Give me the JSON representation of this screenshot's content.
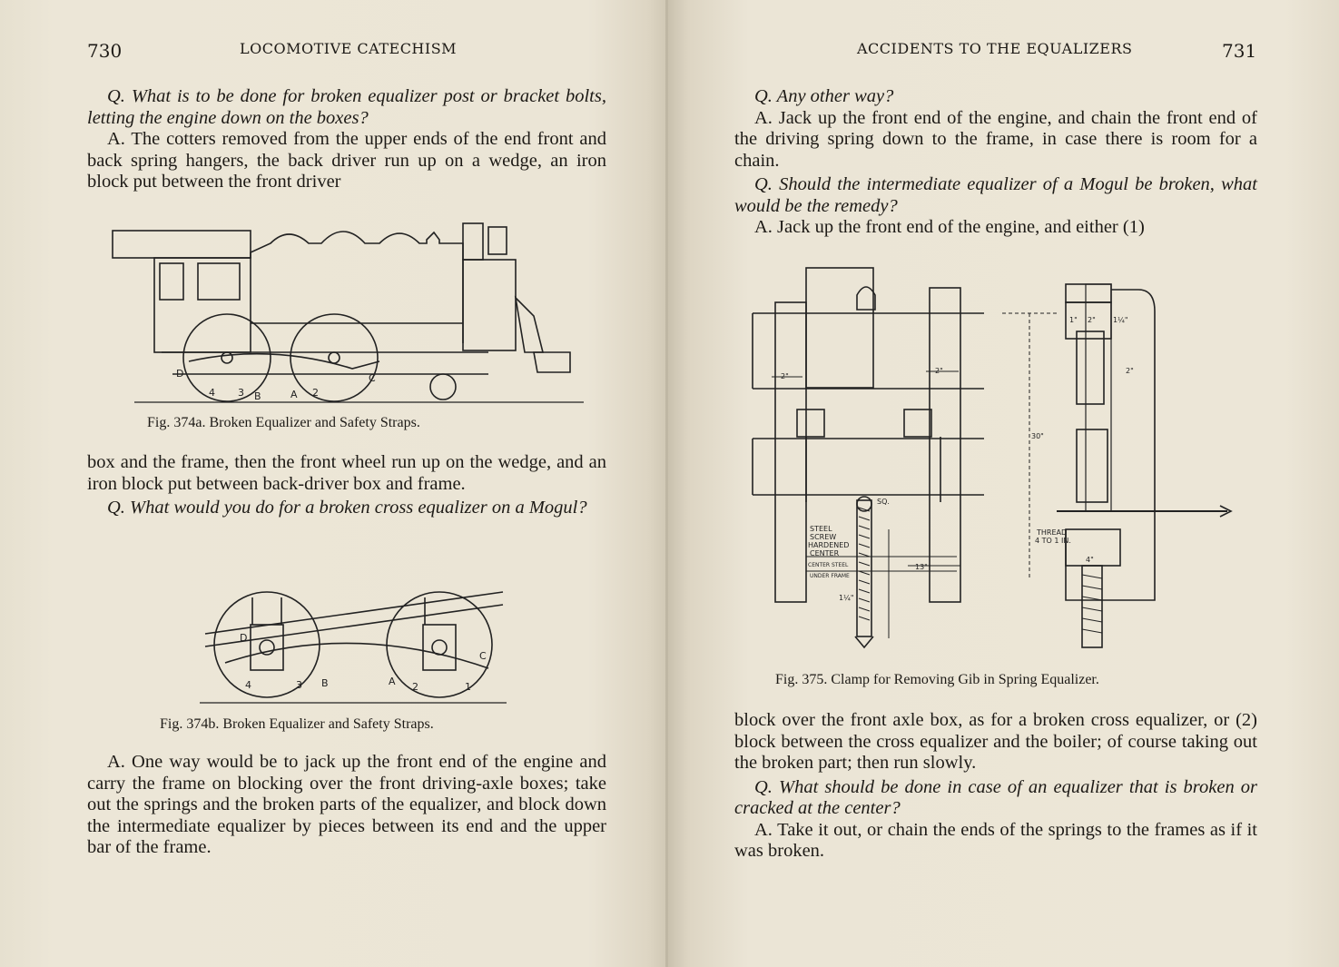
{
  "left_page": {
    "page_number": "730",
    "running_head": "LOCOMOTIVE CATECHISM",
    "block1": {
      "q": "Q. What is to be done for broken equalizer post or bracket bolts, letting the engine down on the boxes?",
      "a": "A. The cotters removed from the upper ends of the end front and back spring hangers, the back driver run up on a wedge, an iron block put between the front driver"
    },
    "fig_374a": {
      "caption": "Fig. 374a.   Broken Equalizer and Safety Straps.",
      "labels": [
        "D",
        "4",
        "3",
        "B",
        "A",
        "2",
        "C"
      ]
    },
    "block2": {
      "cont": "box and the frame, then the front wheel run up on the wedge, and an iron block put between back-driver box and frame.",
      "q": "Q. What would you do for a broken cross equalizer on a Mogul?"
    },
    "fig_374b": {
      "caption": "Fig. 374b.   Broken Equalizer and Safety Straps.",
      "labels": [
        "D",
        "4",
        "3",
        "B",
        "A",
        "2",
        "1",
        "C"
      ]
    },
    "block3": {
      "a": "A. One way would be to jack up the front end of the engine and carry the frame on blocking over the front driving-axle boxes; take out the springs and the broken parts of the equalizer, and block down the intermediate equalizer by pieces between its end and the upper bar of the frame."
    }
  },
  "right_page": {
    "page_number": "731",
    "running_head": "ACCIDENTS TO THE EQUALIZERS",
    "block1": {
      "q1": "Q. Any other way?",
      "a1": "A. Jack up the front end of the engine, and chain the front end of the driving spring down to the frame, in case there is room for a chain.",
      "q2": "Q. Should the intermediate equalizer of a Mogul be broken, what would be the remedy?",
      "a2": "A. Jack up the front end of the engine, and either (1)"
    },
    "fig_375": {
      "caption": "Fig. 375.   Clamp for Removing Gib in Spring Equalizer.",
      "labels": {
        "dim_2_left": "2\"",
        "dim_2_mid": "2\"",
        "dim_sq": "SQ.",
        "steel_screw": [
          "STEEL",
          "SCREW",
          "HARDENED",
          "CENTER"
        ],
        "center_steel": "CENTER STEEL",
        "under_frame": "UNDER FRAME",
        "dim_13": "13\"",
        "dim_1_25": "1¼\"",
        "dim_30": "30\"",
        "dim_1": "1\"",
        "dim_2_top": "2\"",
        "dim_1_25_top": "1¼\"",
        "dim_2_right": "2\"",
        "thread": [
          "THREAD",
          "4 TO 1 IN."
        ],
        "dim_4": "4\""
      }
    },
    "block2": {
      "cont": "block over the front axle box, as for a broken cross equalizer, or (2) block between the cross equalizer and the boiler; of course taking out the broken part; then run slowly.",
      "q": "Q. What should be done in case of an equalizer that is broken or cracked at the center?",
      "a": "A. Take it out, or chain the ends of the springs to the frames as if it was broken."
    }
  }
}
